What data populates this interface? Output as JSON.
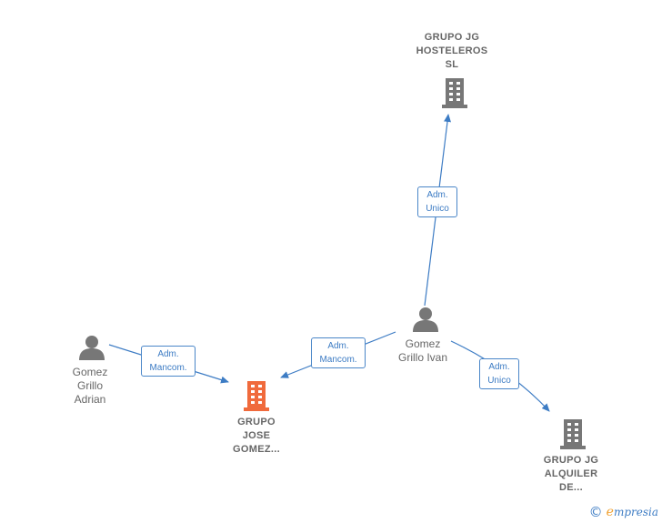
{
  "colors": {
    "edge": "#3d7cc4",
    "person_icon": "#777777",
    "company_icon": "#777777",
    "focus_company_icon": "#f06a3c"
  },
  "nodes": {
    "grupo_jg_hosteleros": {
      "label": "GRUPO JG\nHOSTELEROS\nSL",
      "icon": "building-icon"
    },
    "gomez_grillo_ivan": {
      "label": "Gomez\nGrillo Ivan",
      "icon": "person-icon"
    },
    "gomez_grillo_adrian": {
      "label": "Gomez\nGrillo\nAdrian",
      "icon": "person-icon"
    },
    "grupo_jose_gomez": {
      "label": "GRUPO\nJOSE\nGOMEZ...",
      "icon": "building-icon"
    },
    "grupo_jg_alquiler": {
      "label": "GRUPO JG\nALQUILER\nDE...",
      "icon": "building-icon"
    }
  },
  "edges": {
    "ivan_to_hosteleros": "Adm.\nUnico",
    "ivan_to_jose_gomez": "Adm.\nMancom.",
    "adrian_to_jose_gomez": "Adm.\nMancom.",
    "ivan_to_alquiler": "Adm.\nUnico"
  },
  "footer": {
    "copyright_icon": "copyright-icon",
    "brand_first": "e",
    "brand_rest": "mpresia"
  }
}
